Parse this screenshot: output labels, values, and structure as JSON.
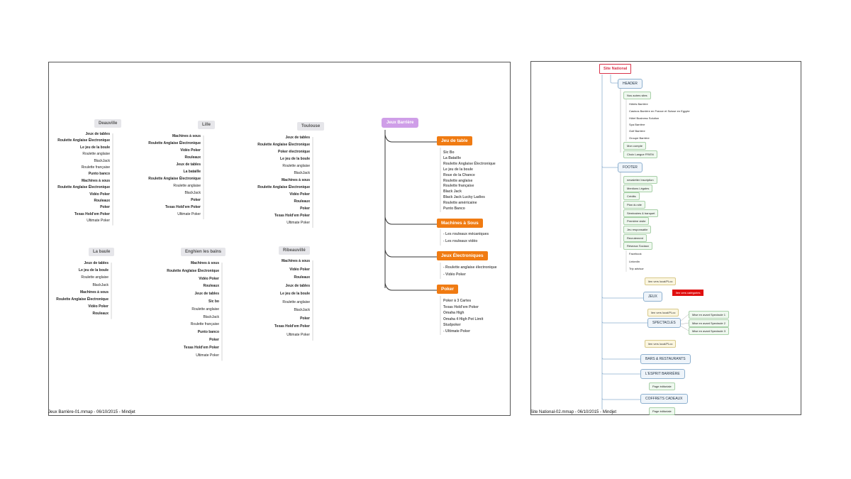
{
  "left_map": {
    "caption": "Jeux Barrière-01.mmap - 06/10/2015 - Mindjet",
    "cities": [
      {
        "name": "Deauville",
        "items": [
          "Jeux de tables",
          "Roulette Anglaise Électronique",
          "Le jeu de la boule",
          "Roulette anglaise",
          "BlackJack",
          "Roulette française",
          "Punto banco",
          "Machines à sous",
          "Roulette Anglaise Électronique",
          "Vidéo Poker",
          "Rouleaux",
          "Poker",
          "Texas Hold'em Poker",
          "Ultimate Poker"
        ]
      },
      {
        "name": "Lille",
        "items": [
          "Machines à sous",
          "Roulette Anglaise Électronique",
          "Vidéo Poker",
          "Rouleaux",
          "Jeux de tables",
          "La bataille",
          "Roulette Anglaise Électronique",
          "Roulette anglaise",
          "BlackJack",
          "Poker",
          "Texas Hold'em Poker",
          "Ultimate Poker"
        ]
      },
      {
        "name": "Toulouse",
        "items": [
          "Jeux de tables",
          "Roulette Anglaise Électronique",
          "Poker électronique",
          "Le jeu de la boule",
          "Roulette anglaise",
          "BlackJack",
          "Machines à sous",
          "Roulette Anglaise Électronique",
          "Vidéo Poker",
          "Rouleaux",
          "Poker",
          "Texas Hold'em Poker",
          "Ultimate Poker"
        ]
      },
      {
        "name": "La baule",
        "items": [
          "Jeux de tables",
          "Le jeu de la boule",
          "Roulette anglaise",
          "BlackJack",
          "Machines à sous",
          "Roulette Anglaise Électronique",
          "Vidéo Poker",
          "Rouleaux"
        ]
      },
      {
        "name": "Enghien les bains",
        "items": [
          "Machines à sous",
          "Roulette Anglaise Électronique",
          "Vidéo Poker",
          "Rouleaux",
          "Jeux de tables",
          "Sic bo",
          "Roulette anglaise",
          "BlackJack",
          "Roulette française",
          "Punto banco",
          "Poker",
          "Texas Hold'em Poker",
          "Ultimate Poker"
        ]
      },
      {
        "name": "Ribeauvillé",
        "items": [
          "Machines à sous",
          "Vidéo Poker",
          "Rouleaux",
          "Jeux de tables",
          "Le jeu de la boule",
          "Roulette anglaise",
          "BlackJack",
          "Poker",
          "Texas Hold'em Poker",
          "Ultimate Poker"
        ]
      }
    ],
    "root": "Jeux Barrière",
    "categories": [
      {
        "name": "Jeu de table",
        "items": [
          "Sic Bo",
          "La Bataille",
          "Roulette Anglaise Électronique",
          "Le jeu de la boule",
          "Roue de la Chance",
          "Roulette anglaise",
          "Roulette française",
          "Black Jack",
          "Black Jack Lucky Ladies",
          "Roulette américaine",
          "Punto Banco"
        ]
      },
      {
        "name": "Machines à Sous",
        "items": [
          "- Les rouleaux mécaniques",
          "- Les rouleaux vidéo"
        ]
      },
      {
        "name": "Jeux Électroniques",
        "items": [
          "- Roulette anglaise électronique",
          "- Vidéo Poker"
        ]
      },
      {
        "name": "Poker",
        "items": [
          "Poker à 3 Cartes",
          "Texas Hold'em Poker",
          "Omaha High",
          "Omaha 4 High Pot Limit",
          "Studpoker",
          "- Ultimate Poker"
        ]
      }
    ]
  },
  "right_map": {
    "caption": "Site National-02.mmap - 06/10/2015 - Mindjet",
    "root": "Site National",
    "header": {
      "label": "HEADER",
      "nos_autres_sites": "Nos autres sites",
      "sites": [
        "Hôtels Barrière",
        "Casinos Barrière en France et Suisse en Egypte",
        "Hôtel Business Solution",
        "Spa Barrière",
        "Golf Barrière",
        "Groupe Barrière"
      ],
      "mon_compte": "Mon compte",
      "langue": "Choix Langue FR/EN"
    },
    "footer": {
      "label": "FOOTER",
      "items": [
        "newsletter Inscription",
        "Mentions Légales",
        "Crédits",
        "Plan du site",
        "Séminaires & banquet",
        "Première visite",
        "Jeu responsable",
        "Recrutement",
        "Réseaux Sociaux"
      ],
      "social": [
        "Facebook",
        "LinkedIn",
        "Trip advisor"
      ]
    },
    "jeux": {
      "link": "lien vers local/PLoc",
      "label": "JEUX",
      "badge": "lien vers catégories"
    },
    "spectacles": {
      "link": "lien vers local/PLoc",
      "label": "SPECTACLES",
      "events": [
        "Mise en avant Spectacle 1",
        "Mise en avant Spectacle 2",
        "Mise en avant Spectacle 3"
      ]
    },
    "bars": {
      "link": "lien vers local/PLoc",
      "label": "BARS & RESTAURANTS"
    },
    "esprit": {
      "label": "L'ESPRIT BARRIÈRE",
      "page": "Page éditoriale"
    },
    "coffrets": {
      "label": "COFFRETS CADEAUX",
      "page": "Page éditoriale"
    }
  }
}
